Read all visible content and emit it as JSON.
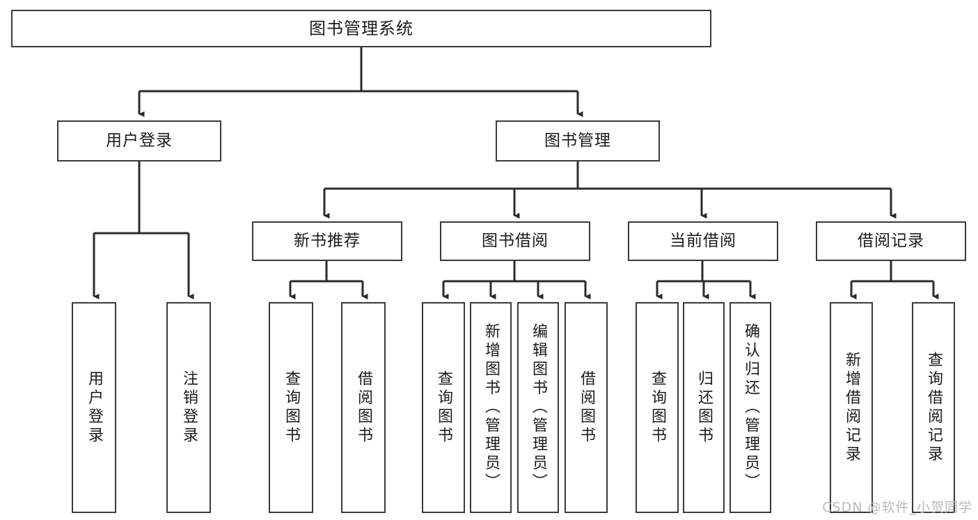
{
  "diagram": {
    "title": "图书管理系统",
    "type": "tree",
    "watermark": "CSDN @软件_小贺同学",
    "colors": {
      "box_border": "#3a3a3a",
      "box_fill": "#ffffff",
      "connector": "#2b2b2b",
      "text": "#1b1b1b",
      "watermark": "#b9b9b9"
    },
    "root": {
      "label": "图书管理系统"
    },
    "level1": [
      {
        "label": "用户登录"
      },
      {
        "label": "图书管理"
      }
    ],
    "level2": [
      {
        "label": "新书推荐",
        "parent": "图书管理"
      },
      {
        "label": "图书借阅",
        "parent": "图书管理"
      },
      {
        "label": "当前借阅",
        "parent": "图书管理"
      },
      {
        "label": "借阅记录",
        "parent": "图书管理"
      }
    ],
    "leaves": {
      "user_login": [
        {
          "label": "用户登录"
        },
        {
          "label": "注销登录"
        }
      ],
      "new_book_recommend": [
        {
          "label": "查询图书"
        },
        {
          "label": "借阅图书"
        }
      ],
      "book_borrow": [
        {
          "label": "查询图书"
        },
        {
          "label": "新增图书（管理员）"
        },
        {
          "label": "编辑图书（管理员）"
        },
        {
          "label": "借阅图书"
        }
      ],
      "current_borrow": [
        {
          "label": "查询图书"
        },
        {
          "label": "归还图书"
        },
        {
          "label": "确认归还（管理员）"
        }
      ],
      "borrow_record": [
        {
          "label": "新增借阅记录"
        },
        {
          "label": "查询借阅记录"
        }
      ]
    }
  }
}
